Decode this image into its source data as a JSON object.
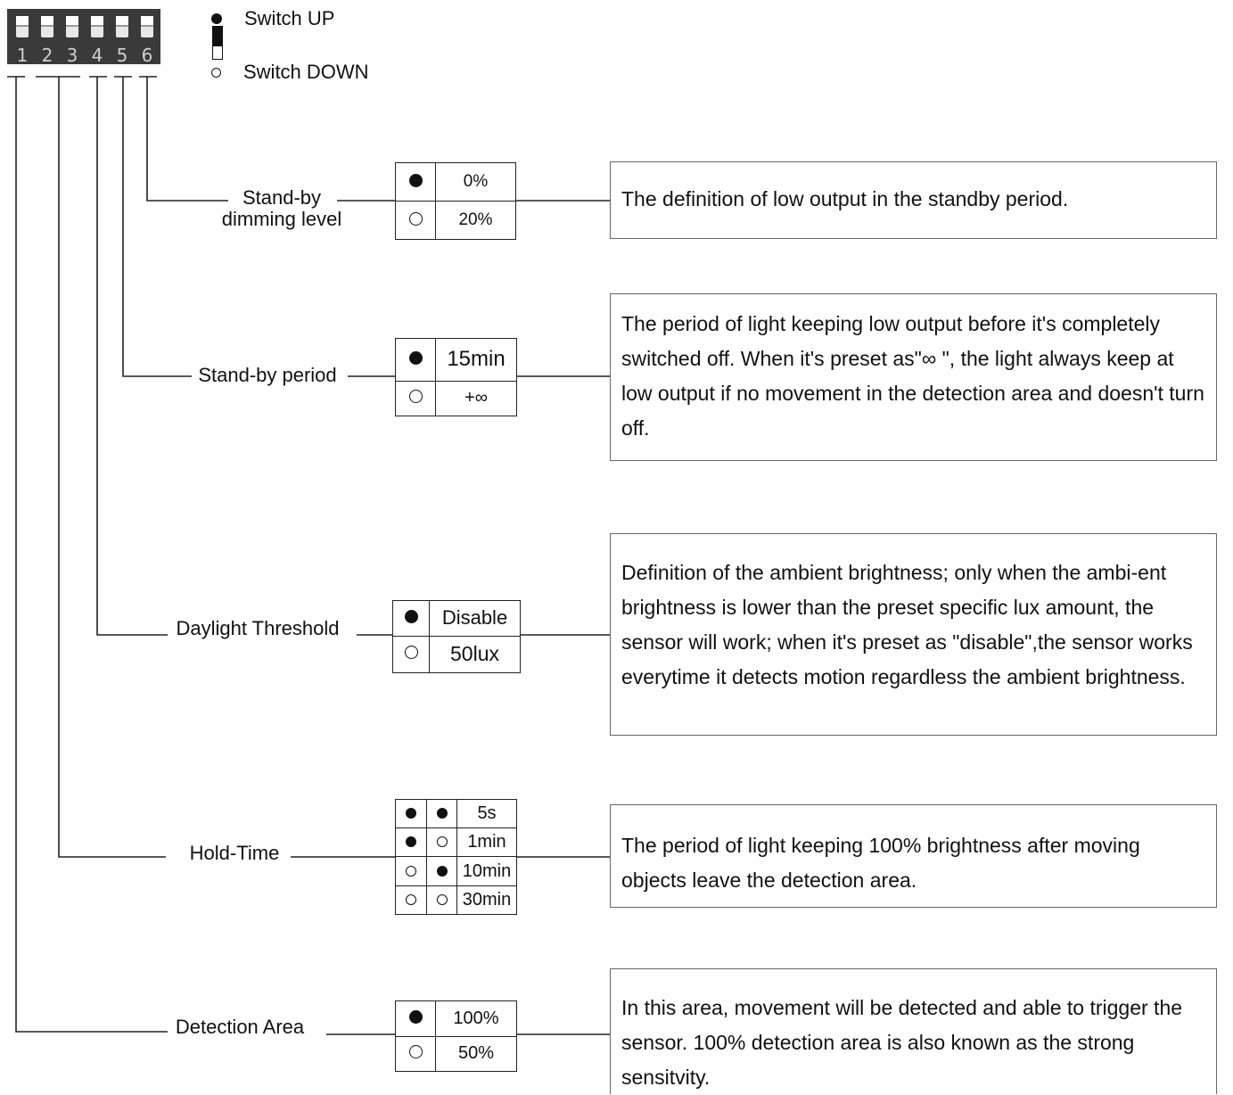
{
  "dip_switch": {
    "numbers": [
      "1",
      "2",
      "3",
      "4",
      "5",
      "6"
    ]
  },
  "legend": {
    "up_label": "Switch UP",
    "down_label": "Switch DOWN"
  },
  "settings": [
    {
      "label_lines": [
        "Stand-by",
        "dimming level"
      ],
      "switch": "6",
      "options": [
        {
          "states": [
            "up"
          ],
          "value": "0%"
        },
        {
          "states": [
            "down"
          ],
          "value": "20%"
        }
      ],
      "description": "The definition of low output in the standby period."
    },
    {
      "label_lines": [
        "Stand-by period"
      ],
      "switch": "5",
      "options": [
        {
          "states": [
            "up"
          ],
          "value": "15min"
        },
        {
          "states": [
            "down"
          ],
          "value": "+∞"
        }
      ],
      "description": "The period of light keeping low output before it's completely switched off. When it's preset as\"∞  \", the light always keep at low output if no movement in the detection area and doesn't turn off."
    },
    {
      "label_lines": [
        "Daylight Threshold"
      ],
      "switch": "4",
      "options": [
        {
          "states": [
            "up"
          ],
          "value": "Disable"
        },
        {
          "states": [
            "down"
          ],
          "value": "50lux"
        }
      ],
      "description": "Definition of the ambient brightness; only when the ambi-ent brightness is lower than the preset specific lux amount, the sensor will work; when it's preset as \"disable\",the sensor works everytime it detects motion regardless the ambient brightness."
    },
    {
      "label_lines": [
        "Hold-Time"
      ],
      "switch": "2-3",
      "options": [
        {
          "states": [
            "up",
            "up"
          ],
          "value": "5s"
        },
        {
          "states": [
            "up",
            "down"
          ],
          "value": "1min"
        },
        {
          "states": [
            "down",
            "up"
          ],
          "value": "10min"
        },
        {
          "states": [
            "down",
            "down"
          ],
          "value": "30min"
        }
      ],
      "description": "The period of light keeping 100% brightness after moving objects leave the detection area."
    },
    {
      "label_lines": [
        "Detection Area"
      ],
      "switch": "1",
      "options": [
        {
          "states": [
            "up"
          ],
          "value": "100%"
        },
        {
          "states": [
            "down"
          ],
          "value": "50%"
        }
      ],
      "description": "In this area, movement will be detected and able to trigger the sensor. 100% detection area is also known as the strong sensitvity."
    }
  ]
}
